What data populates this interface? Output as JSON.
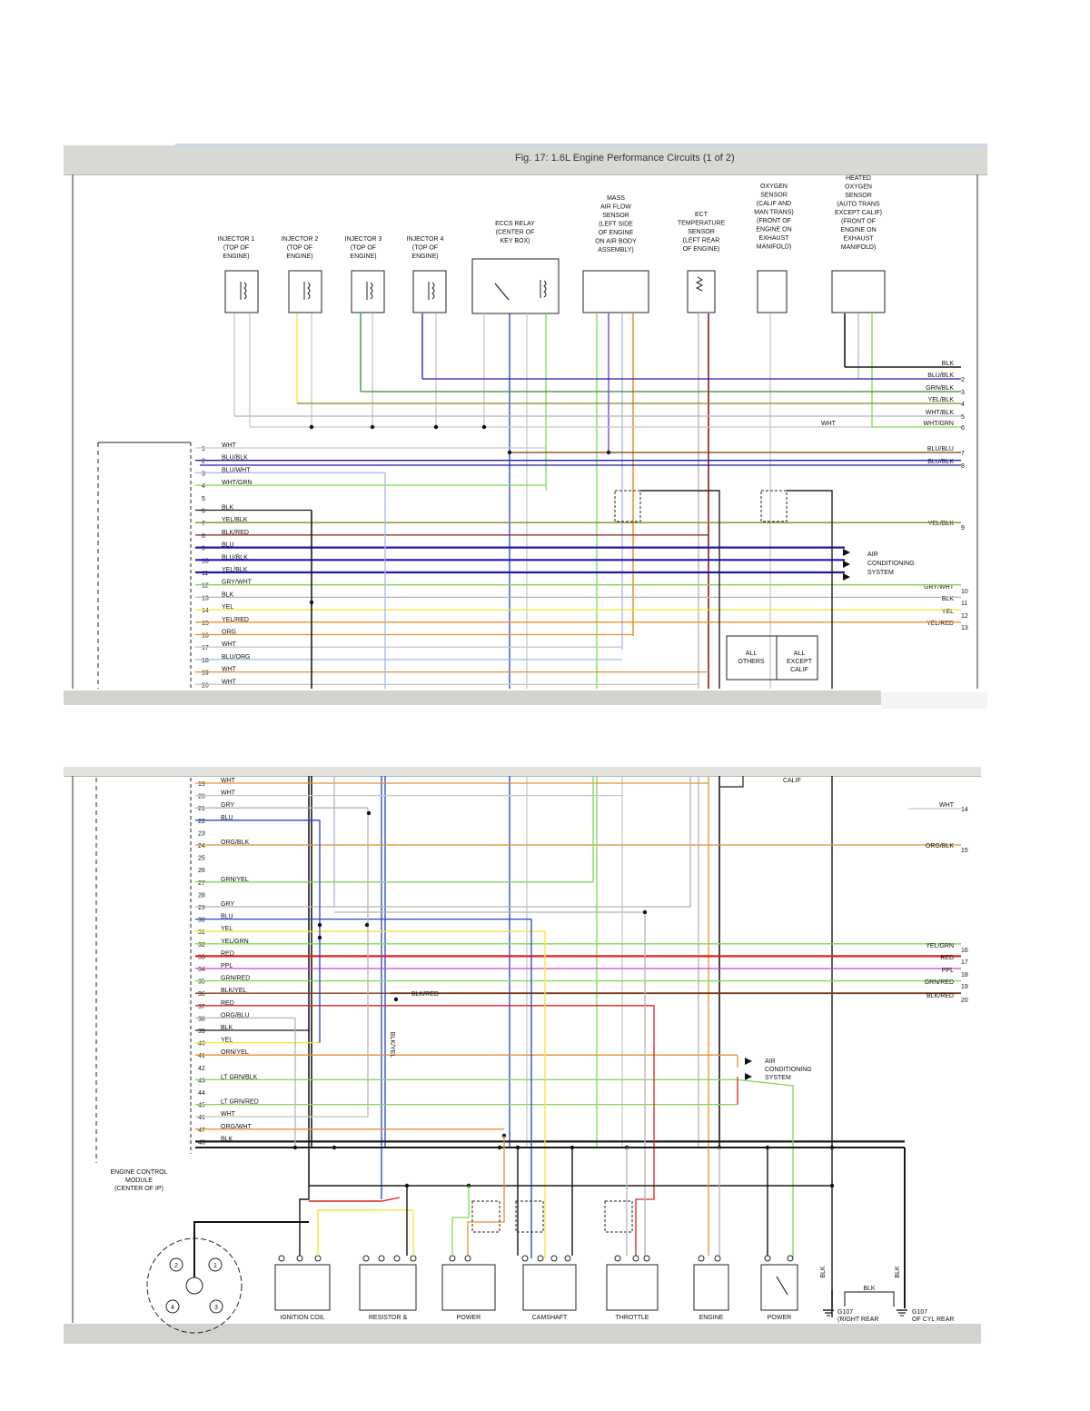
{
  "title": "Fig. 17: 1.6L Engine Performance Circuits (1 of 2)",
  "components_top": [
    {
      "name": "INJECTOR 1",
      "sub": [
        "(TOP OF",
        "ENGINE)"
      ]
    },
    {
      "name": "INJECTOR 2",
      "sub": [
        "(TOP OF",
        "ENGINE)"
      ]
    },
    {
      "name": "INJECTOR 3",
      "sub": [
        "(TOP OF",
        "ENGINE)"
      ]
    },
    {
      "name": "INJECTOR 4",
      "sub": [
        "(TOP OF",
        "ENGINE)"
      ]
    },
    {
      "name": "ECCS RELAY",
      "sub": [
        "(CENTER OF",
        "KEY BOX)"
      ]
    },
    {
      "name": "MASS",
      "sub": [
        "AIR FLOW",
        "SENSOR",
        "(LEFT SIDE",
        "OF ENGINE",
        "ON AIR BODY",
        "ASSEMBLY)"
      ]
    },
    {
      "name": "ECT",
      "sub": [
        "TEMPERATURE",
        "SENSOR",
        "(LEFT REAR",
        "OF ENGINE)"
      ]
    },
    {
      "name": "OXYGEN",
      "sub": [
        "SENSOR",
        "(CALIF AND",
        "MAN TRANS)",
        "(FRONT OF",
        "ENGINE ON",
        "EXHAUST",
        "MANIFOLD)"
      ]
    },
    {
      "name": "HEATED",
      "sub": [
        "OXYGEN",
        "SENSOR",
        "(AUTO TRANS",
        "EXCEPT CALIF)",
        "(FRONT OF",
        "ENGINE ON",
        "EXHAUST",
        "MANIFOLD)"
      ]
    }
  ],
  "connector_pins_top": [
    "WHT",
    "BLU/BLK",
    "BLU/WHT",
    "WHT/GRN",
    "",
    "BLK",
    "YEL/BLK",
    "BLK/RED",
    "BLU",
    "BLU/BLK",
    "YEL/BLK",
    "GRY/WHT",
    "BLK",
    "YEL",
    "YEL/RED",
    "ORG",
    "WHT",
    "BLU/ORG",
    "WHT",
    "WHT"
  ],
  "connector_pins_bottom": [
    {
      "n": "19",
      "c": "WHT"
    },
    {
      "n": "20",
      "c": "WHT"
    },
    {
      "n": "21",
      "c": "GRY"
    },
    {
      "n": "22",
      "c": "BLU"
    },
    {
      "n": "23",
      "c": ""
    },
    {
      "n": "24",
      "c": "ORG/BLK"
    },
    {
      "n": "25",
      "c": ""
    },
    {
      "n": "26",
      "c": ""
    },
    {
      "n": "27",
      "c": "GRN/YEL"
    },
    {
      "n": "28",
      "c": ""
    },
    {
      "n": "29",
      "c": "GRY"
    },
    {
      "n": "30",
      "c": "BLU"
    },
    {
      "n": "31",
      "c": "YEL"
    },
    {
      "n": "32",
      "c": "YEL/GRN"
    },
    {
      "n": "33",
      "c": "RED"
    },
    {
      "n": "34",
      "c": "PPL"
    },
    {
      "n": "35",
      "c": "GRN/RED"
    },
    {
      "n": "36",
      "c": "BLK/YEL"
    },
    {
      "n": "37",
      "c": "RED"
    },
    {
      "n": "38",
      "c": "ORG/BLU"
    },
    {
      "n": "39",
      "c": "BLK"
    },
    {
      "n": "40",
      "c": "YEL"
    },
    {
      "n": "41",
      "c": "ORN/YEL"
    },
    {
      "n": "42",
      "c": ""
    },
    {
      "n": "43",
      "c": "LT GRN/BLK"
    },
    {
      "n": "44",
      "c": ""
    },
    {
      "n": "45",
      "c": "LT GRN/RED"
    },
    {
      "n": "46",
      "c": "WHT"
    },
    {
      "n": "47",
      "c": "ORG/WHT"
    },
    {
      "n": "48",
      "c": "BLK"
    }
  ],
  "right_labels_top": [
    {
      "t": "BLK",
      "n": ""
    },
    {
      "t": "BLU/BLK",
      "n": "2"
    },
    {
      "t": "GRN/BLK",
      "n": "3"
    },
    {
      "t": "YEL/BLK",
      "n": "4"
    },
    {
      "t": "WHT/BLK",
      "n": "5"
    },
    {
      "t": "WHT/GRN",
      "n": "6"
    },
    {
      "t": "BLU/BLU",
      "n": "7"
    },
    {
      "t": "BLU/BLK",
      "n": "8"
    },
    {
      "t": "YEL/BLK",
      "n": "9"
    },
    {
      "t": "GRY/WHT",
      "n": "10"
    },
    {
      "t": "BLK",
      "n": "11"
    },
    {
      "t": "YEL",
      "n": "12"
    },
    {
      "t": "YEL/RED",
      "n": "13"
    }
  ],
  "right_labels_bottom": [
    {
      "t": "WHT",
      "n": "14"
    },
    {
      "t": "ORG/BLK",
      "n": "15"
    },
    {
      "t": "YEL/GRN",
      "n": "16"
    },
    {
      "t": "RED",
      "n": "17"
    },
    {
      "t": "PPL",
      "n": "18"
    },
    {
      "t": "GRN/RED",
      "n": "19"
    },
    {
      "t": "BLK/RED",
      "n": "20"
    }
  ],
  "labels": {
    "ac_system_top": [
      "AIR",
      "CONDITIONING",
      "SYSTEM"
    ],
    "ac_system_bottom": [
      "AIR",
      "CONDITIONING",
      "SYSTEM"
    ],
    "all_others": [
      "ALL",
      "OTHERS"
    ],
    "all_except_calif": [
      "ALL",
      "EXCEPT",
      "CALIF"
    ],
    "wht_top": "WHT",
    "blk_red": "BLK/RED",
    "blk_yel_vertical": "BLK/YEL",
    "ecm": [
      "ENGINE CONTROL",
      "MODULE",
      "(CENTER OF IP)"
    ],
    "bottom_components": [
      "IGNITION COIL",
      "RESISTOR &",
      "POWER",
      "CAMSHAFT",
      "THROTTLE",
      "ENGINE",
      "POWER"
    ],
    "grounds": [
      "G107",
      "(RIGHT REAR",
      "G107",
      "OF CYL REAR"
    ],
    "blk_ground": "BLK",
    "distributor_pins": [
      "2",
      "1",
      "3",
      "4"
    ],
    "calif": "CALIF"
  },
  "colors": {
    "BLK": "#1a1a1a",
    "WHT": "#c8c8c8",
    "GRY": "#b5b5b5",
    "BLU": "#2a3fd0",
    "NAVY": "#1a1ab0",
    "GRN": "#7ed957",
    "DKGRN": "#2e8b2e",
    "YEL": "#f2e82c",
    "OLIVE": "#8c8424",
    "RED": "#e02020",
    "DKRED": "#8b1a1a",
    "ORG": "#e8912e",
    "PPL": "#d83cd8",
    "BRN": "#7a3a1a",
    "LTBLU": "#a8b8e8"
  }
}
